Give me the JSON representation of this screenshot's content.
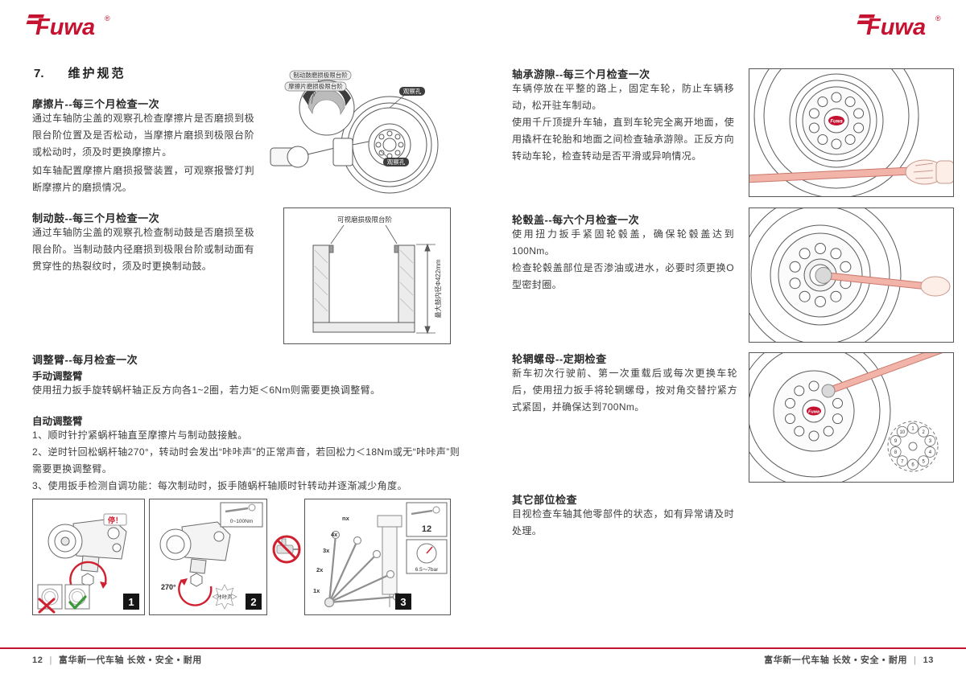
{
  "brand": {
    "name": "Fuwa",
    "registered": "®"
  },
  "colors": {
    "brand_red": "#c41230",
    "alert_red": "#d01f2f",
    "check_green": "#3a9a3a",
    "wrench_salmon": "#f2b3a8",
    "line_gray": "#4a4a4a"
  },
  "section": {
    "number": "7.",
    "title": "维护规范"
  },
  "left": {
    "friction": {
      "heading": "摩擦片--每三个月检查一次",
      "body1": "通过车轴防尘盖的观察孔检查摩擦片是否磨损到极限台阶位置及是否松动，当摩擦片磨损到极限台阶或松动时，须及时更换摩擦片。",
      "body2": "如车轴配置摩擦片磨损报警装置，可观察报警灯判断摩擦片的磨损情况。"
    },
    "drum": {
      "heading": "制动鼓--每三个月检查一次",
      "body": "通过车轴防尘盖的观察孔检查制动鼓是否磨损至极限台阶。当制动鼓内径磨损到极限台阶或制动面有贯穿性的热裂纹时，须及时更换制动鼓。"
    },
    "adjuster": {
      "heading": "调整臂--每月检查一次",
      "manual_title": "手动调整臂",
      "manual_body": "使用扭力扳手旋转蜗杆轴正反方向各1~2圈，若力矩＜6Nm则需要更换调整臂。",
      "auto_title": "自动调整臂",
      "auto_items": [
        "1、顺时针拧紧蜗杆轴直至摩擦片与制动鼓接触。",
        "2、逆时针回松蜗杆轴270°，转动时会发出“咔咔声”的正常声音，若回松力＜18Nm或无“咔咔声”则需要更换调整臂。",
        "3、使用扳手检测自调功能：每次制动时，扳手随蜗杆轴顺时针转动并逐渐减少角度。"
      ]
    }
  },
  "right": {
    "bearing": {
      "heading": "轴承游隙--每三个月检查一次",
      "body1": "车辆停放在平整的路上，固定车轮，防止车辆移动，松开驻车制动。",
      "body2": "使用千斤顶提升车轴，直到车轮完全离开地面，使用撬杆在轮胎和地面之间检查轴承游隙。正反方向转动车轮，检查转动是否平滑或异响情况。"
    },
    "hubcap": {
      "heading": "轮毂盖--每六个月检查一次",
      "body1": "使用扭力扳手紧固轮毂盖，确保轮毂盖达到100Nm。",
      "body2": "检查轮毂盖部位是否渗油或进水，必要时须更换O型密封圈。"
    },
    "rimnut": {
      "heading": "轮辋螺母--定期检查",
      "body": "新车初次行驶前、第一次重载后或每次更换车轮后，使用扭力扳手将轮辋螺母，按对角交替拧紧方式紧固，并确保达到700Nm。"
    },
    "other": {
      "heading": "其它部位检查",
      "body": "目视检查车轴其他零部件的状态，如有异常请及时处理。"
    }
  },
  "figures": {
    "brake": {
      "label_drum_limit": "制动鼓磨损极限台阶",
      "label_pad_limit": "摩擦片磨损极限台阶",
      "label_hole_top": "观察孔",
      "label_hole_bottom": "观察孔"
    },
    "drum_section": {
      "label_step": "可视磨损极限台阶",
      "label_diameter": "最大鼓内径Φ422mm"
    },
    "steps": {
      "panel1": {
        "stop": "停！",
        "badge": "1"
      },
      "panel2": {
        "angle": "270°",
        "click": "咔咔声",
        "torque": "0~100Nm",
        "badge": "2"
      },
      "panel3": {
        "counts": [
          "1x",
          "2x",
          "3x",
          "4x",
          "nx"
        ],
        "wrench_count": "12",
        "pressure": "6.5～7bar",
        "badge": "3"
      }
    },
    "wheel": {
      "hub_logo": "Fuwa"
    },
    "rimnut_sequence": [
      "1",
      "2",
      "3",
      "4",
      "5",
      "6",
      "7",
      "8",
      "9",
      "10"
    ]
  },
  "footer": {
    "left_page_no": "12",
    "right_page_no": "13",
    "divider": "|",
    "tagline": "富华新一代车轴  长效 • 安全 • 耐用"
  }
}
